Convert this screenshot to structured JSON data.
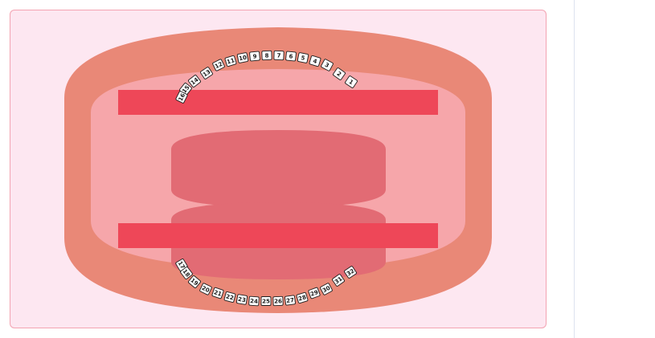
{
  "colors": {
    "panel_bg": "#fde7f1",
    "panel_border": "#f3a3b2",
    "outer_gum": "#e98877",
    "inner_gum": "#f6a6aa",
    "tongue": "#e26b74",
    "arch_bar": "#ee4758",
    "tooth_fill": "#ffffff",
    "tooth_stroke": "#1f1f1f"
  },
  "teeth": {
    "upper": [
      "1",
      "2",
      "3",
      "4",
      "5",
      "6",
      "7",
      "8",
      "9",
      "10",
      "11",
      "12",
      "13",
      "14",
      "15",
      "16"
    ],
    "lower": [
      "17",
      "18",
      "19",
      "20",
      "21",
      "22",
      "23",
      "24",
      "25",
      "26",
      "27",
      "28",
      "29",
      "30",
      "31",
      "32"
    ]
  }
}
